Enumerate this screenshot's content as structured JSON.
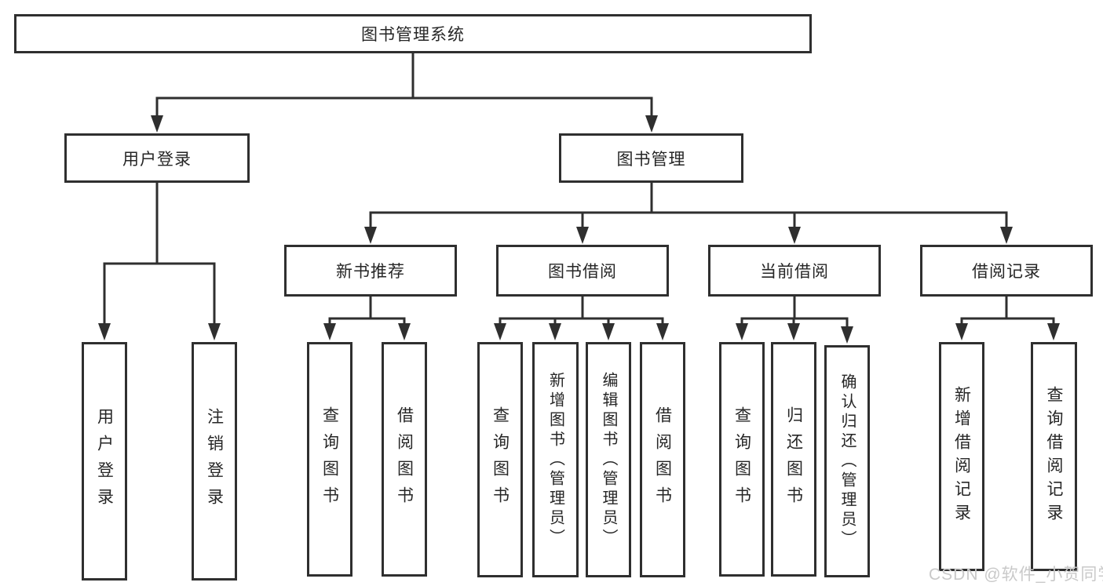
{
  "diagram": {
    "root": "图书管理系统",
    "user_login_branch": {
      "label": "用户登录",
      "children": [
        "用户登录",
        "注销登录"
      ]
    },
    "book_mgmt_branch": {
      "label": "图书管理",
      "groups": [
        {
          "label": "新书推荐",
          "children": [
            "查询图书",
            "借阅图书"
          ]
        },
        {
          "label": "图书借阅",
          "children": [
            "查询图书",
            "新增图书（管理员）",
            "编辑图书（管理员）",
            "借阅图书"
          ]
        },
        {
          "label": "当前借阅",
          "children": [
            "查询图书",
            "归还图书",
            "确认归还（管理员）"
          ]
        },
        {
          "label": "借阅记录",
          "children": [
            "新增借阅记录",
            "查询借阅记录"
          ]
        }
      ]
    }
  },
  "watermark": "CSDN @软件_小贺同学",
  "colors": {
    "line": "#2f2f2f",
    "text": "#262626",
    "box_background": "#ffffff",
    "watermark": "#c9c9c9",
    "page_background": "#ffffff"
  }
}
